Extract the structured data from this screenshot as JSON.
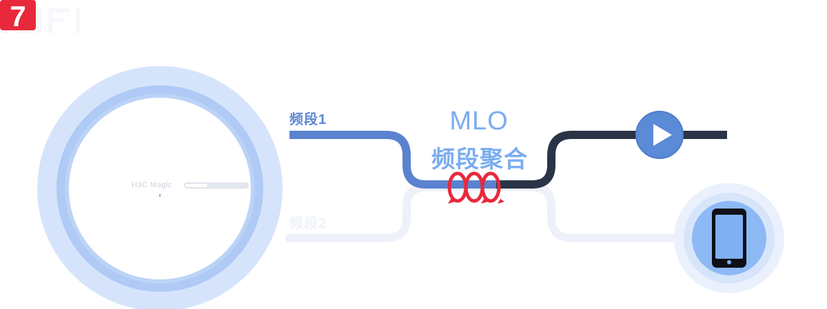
{
  "brand": {
    "wifi_badge_number": "7",
    "device_brand": "H3C Magic"
  },
  "diagram": {
    "band1_label": "频段1",
    "band2_label": "频段2",
    "mlo_title": "MLO",
    "mlo_subtitle": "频段聚合"
  },
  "icons": {
    "play": "play-icon",
    "phone": "smartphone-icon",
    "router": "router-device-icon",
    "links": "chain-link-icon"
  },
  "colors": {
    "brand_red": "#e8293c",
    "band1_blue": "#5b82cf",
    "band2_light": "#eef1f9",
    "mlo_blue": "#7aacf0",
    "dark_line": "#2a3447",
    "ring_blue": "#bcd2f6"
  }
}
